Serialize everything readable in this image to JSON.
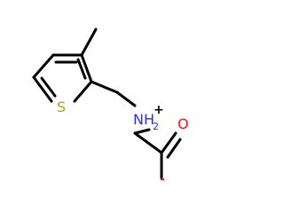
{
  "molecule": {
    "atoms": {
      "sulfur": "S",
      "nitrogen": "NH",
      "nitrogen_h_count": "2",
      "nitrogen_charge": "+",
      "oxygen_double": "O",
      "oxygen_single_charge": "-"
    },
    "colors": {
      "carbon_bond": "#000000",
      "sulfur": "#b2a019",
      "nitrogen": "#2d2df5",
      "oxygen": "#e81c1c",
      "background": "#ffffff"
    }
  }
}
